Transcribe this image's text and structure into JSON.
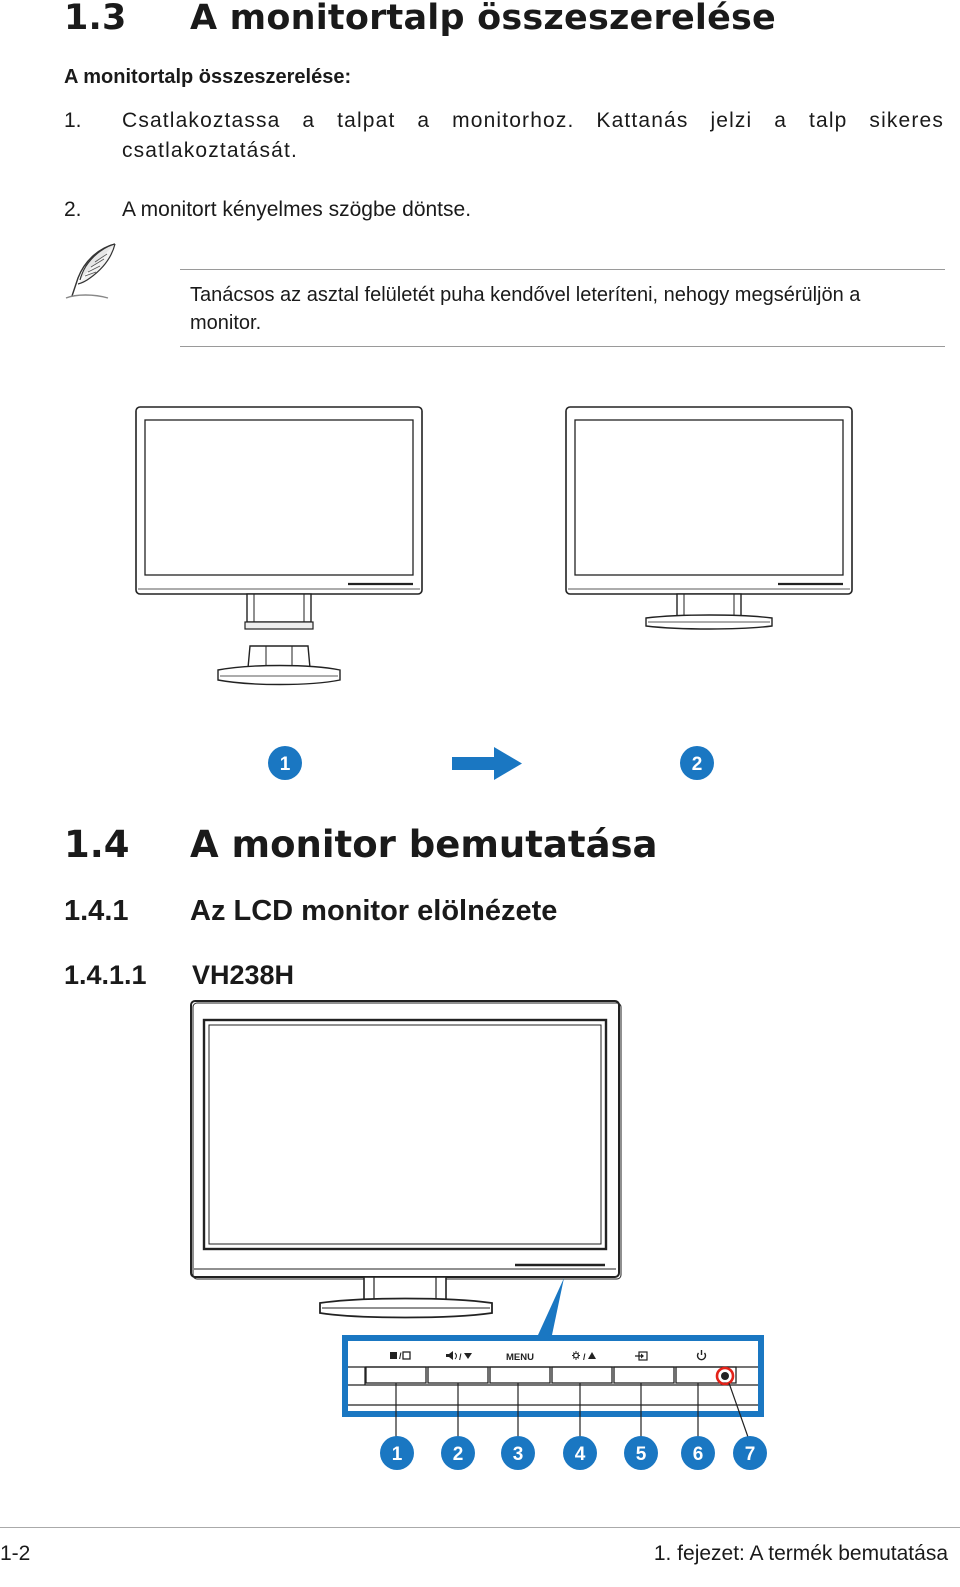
{
  "section13": {
    "number": "1.3",
    "title": "A monitortalp összeszerelése",
    "subtitle": "A monitortalp összeszerelése:",
    "steps": [
      {
        "num": "1.",
        "text": "Csatlakoztassa a talpat a monitorhoz. Kattanás jelzi a talp sikeres csatlakoztatását."
      },
      {
        "num": "2.",
        "text": "A monitort kényelmes szögbe döntse."
      }
    ],
    "note": "Tanácsos az asztal felületét puha kendővel leteríteni, nehogy megsérüljön a monitor.",
    "callouts": [
      "1",
      "2"
    ]
  },
  "section14": {
    "number": "1.4",
    "title": "A monitor bemutatása",
    "sub_number": "1.4.1",
    "sub_title": "Az LCD monitor elölnézete",
    "subsub_number": "1.4.1.1",
    "subsub_title": "VH238H",
    "button_labels": [
      "MENU"
    ],
    "callouts": [
      "1",
      "2",
      "3",
      "4",
      "5",
      "6",
      "7"
    ]
  },
  "footer": {
    "page": "1-2",
    "chapter": "1. fejezet: A termék bemutatása"
  },
  "colors": {
    "accent": "#1a77c2",
    "highlight": "#e32219"
  }
}
